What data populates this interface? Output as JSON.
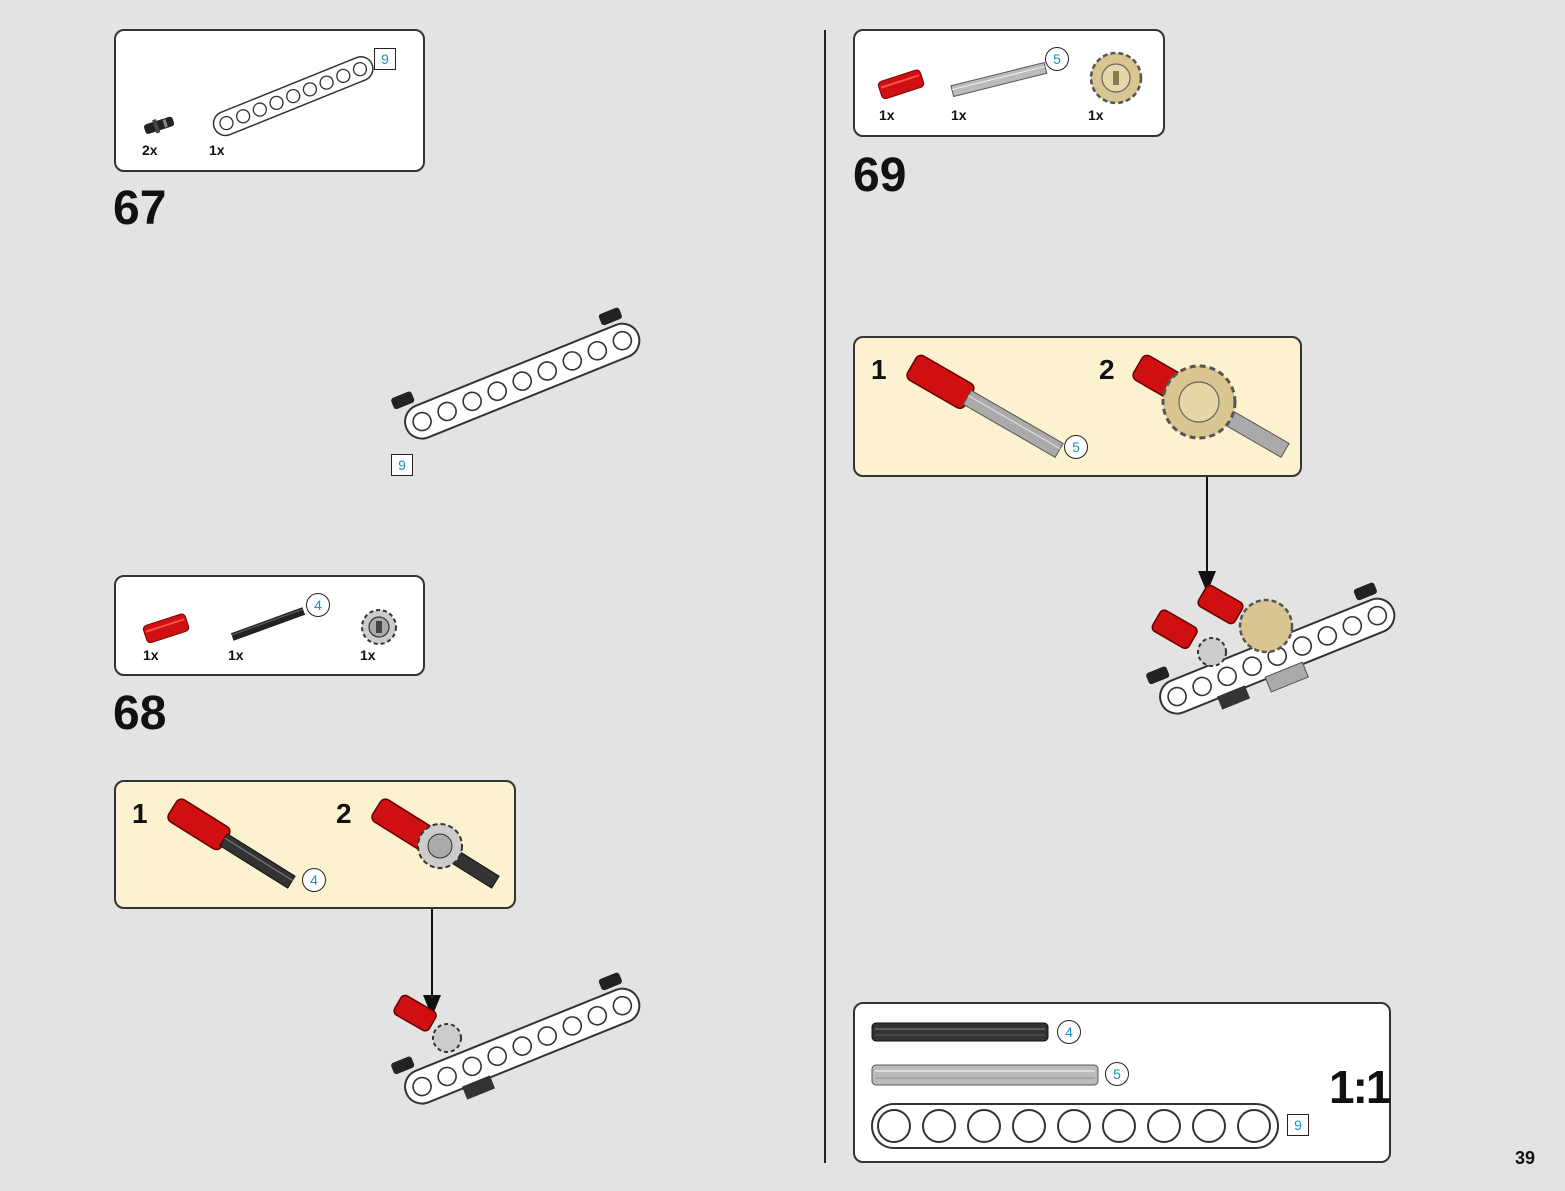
{
  "page_number": "39",
  "steps": [
    {
      "number": "67",
      "parts": [
        {
          "qty": "2x",
          "icon": "black-friction-pin"
        },
        {
          "qty": "1x",
          "icon": "white-beam",
          "length_label": "9"
        }
      ],
      "callouts": [
        "9"
      ]
    },
    {
      "number": "68",
      "parts": [
        {
          "qty": "1x",
          "icon": "red-axle-connector"
        },
        {
          "qty": "1x",
          "icon": "black-axle",
          "length_label": "4"
        },
        {
          "qty": "1x",
          "icon": "grey-gear-small"
        }
      ],
      "substeps": [
        {
          "number": "1",
          "length_label": "4"
        },
        {
          "number": "2"
        }
      ]
    },
    {
      "number": "69",
      "parts": [
        {
          "qty": "1x",
          "icon": "red-axle-connector"
        },
        {
          "qty": "1x",
          "icon": "grey-axle",
          "length_label": "5"
        },
        {
          "qty": "1x",
          "icon": "tan-gear"
        }
      ],
      "substeps": [
        {
          "number": "1",
          "length_label": "5"
        },
        {
          "number": "2"
        }
      ]
    }
  ],
  "scale_reference": {
    "label": "1:1",
    "items": [
      {
        "icon": "black-axle",
        "length_label": "4"
      },
      {
        "icon": "grey-axle",
        "length_label": "5"
      },
      {
        "icon": "white-beam",
        "length_label": "9"
      }
    ]
  },
  "colors": {
    "background": "#e3e3e3",
    "substep_background": "#fdf2cf",
    "callout_text": "#1a8fc8",
    "red_part": "#d01010",
    "tan_part": "#d9c58f"
  }
}
